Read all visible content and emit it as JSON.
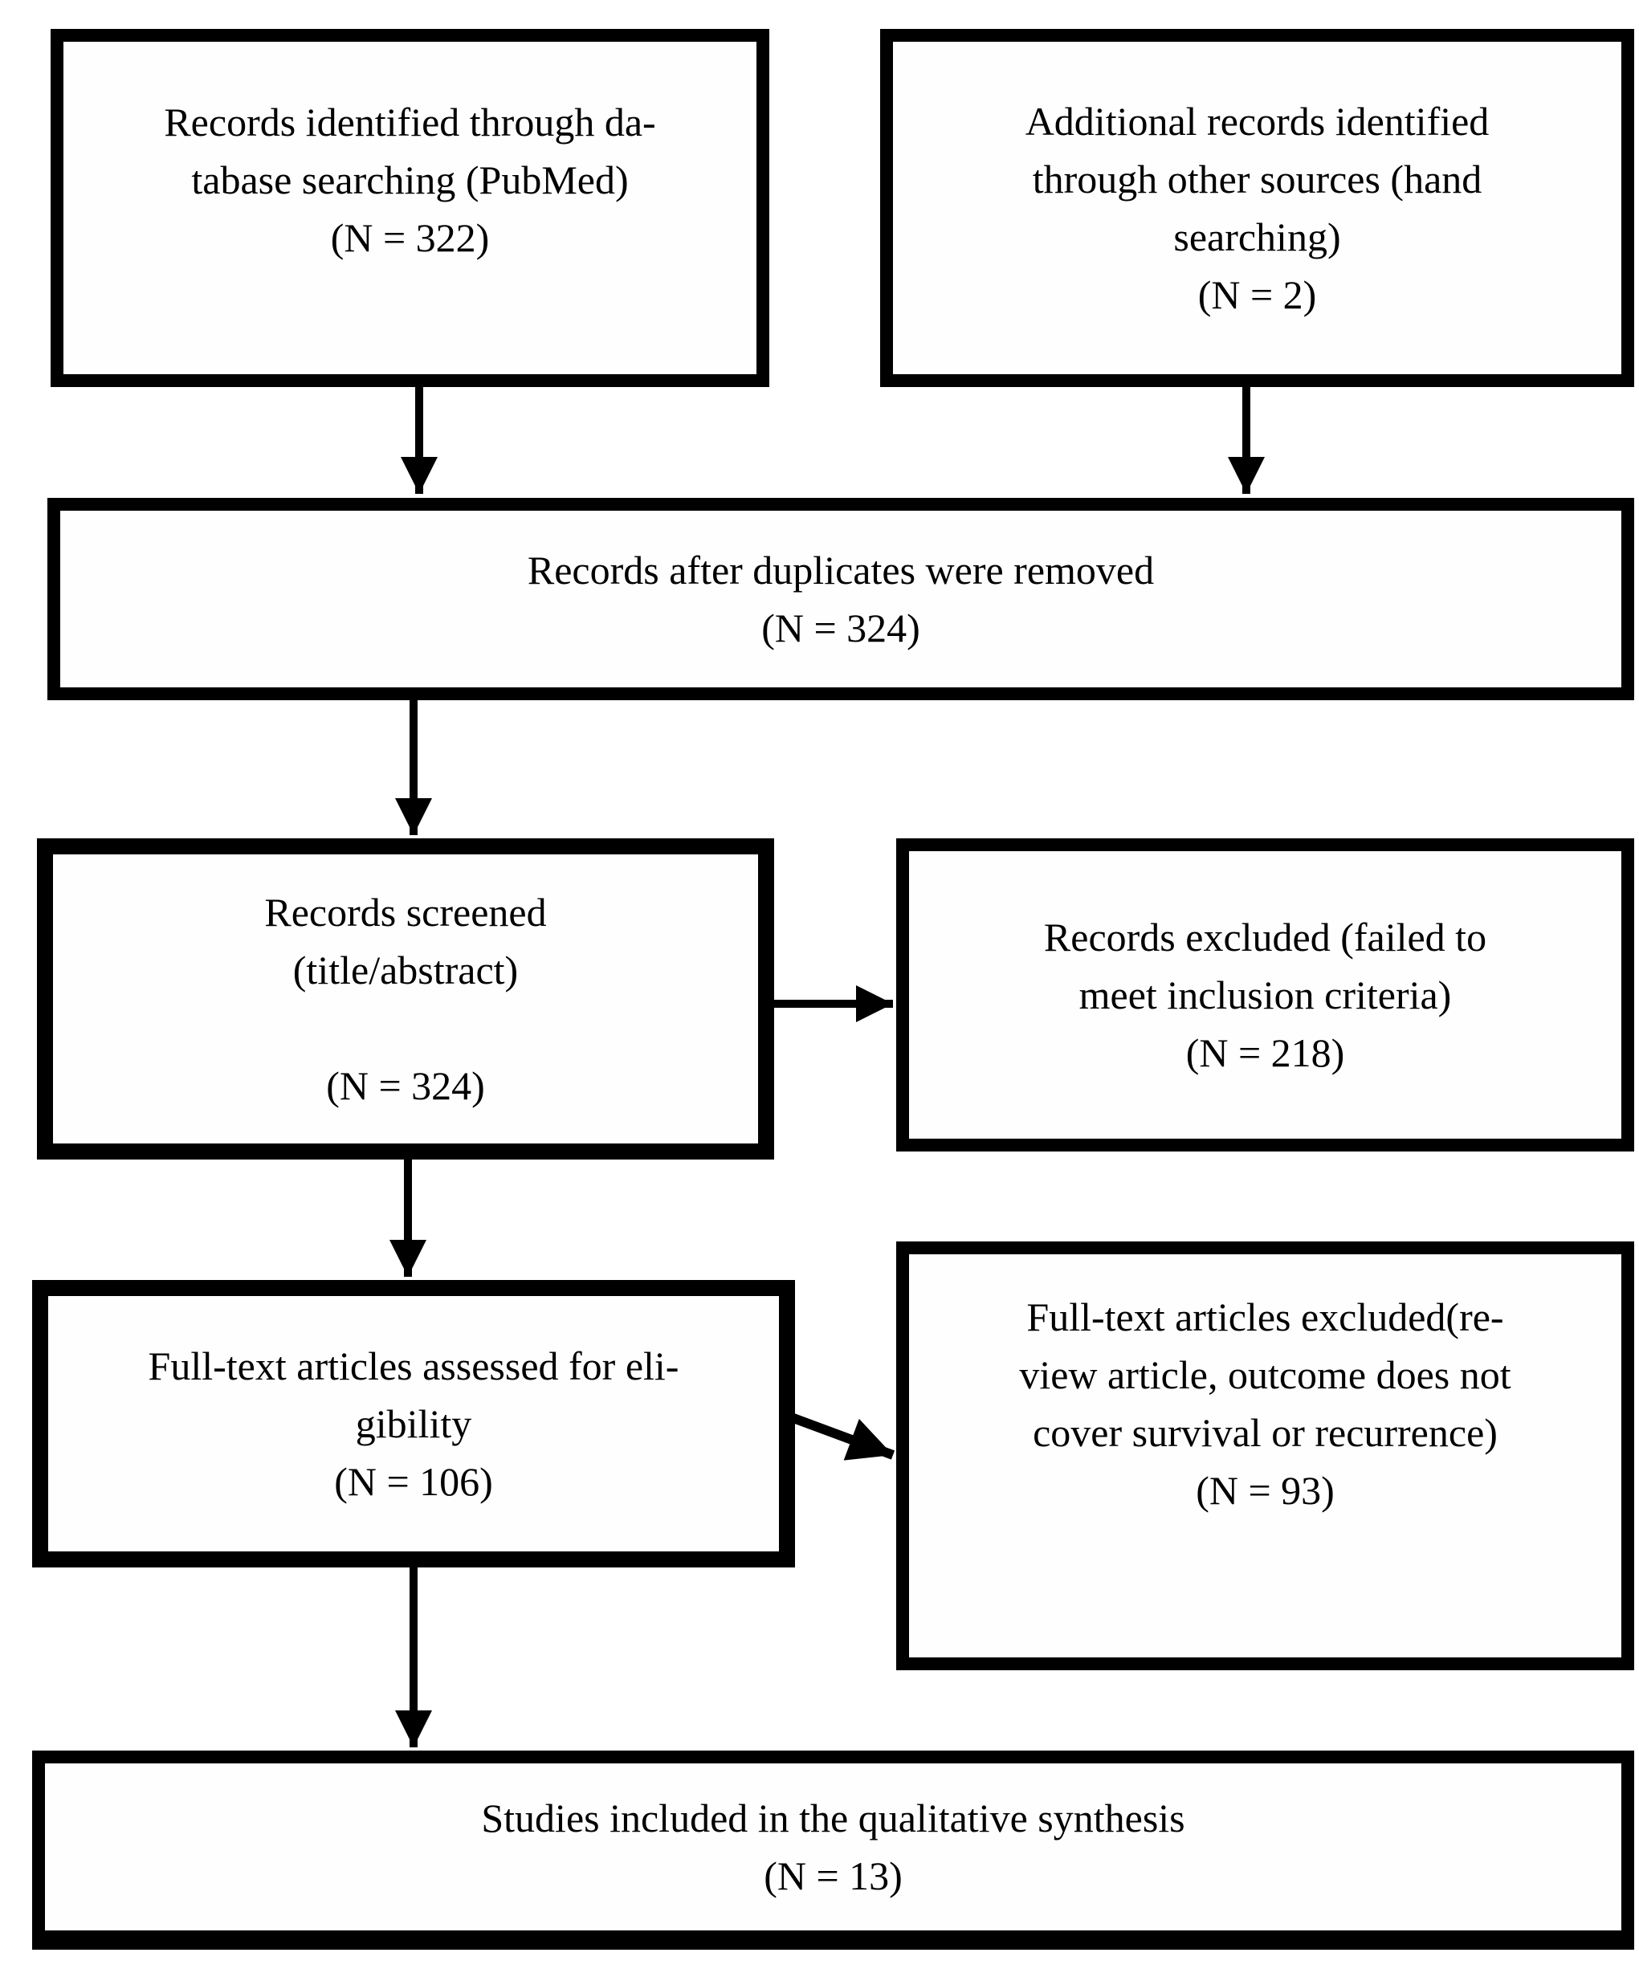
{
  "boxes": {
    "identified": {
      "lines": [
        "Records identified through da-",
        "tabase searching (PubMed)",
        "(N = 322)"
      ]
    },
    "additional": {
      "lines": [
        "Additional records identified",
        "through other sources (hand",
        "searching)",
        "(N = 2)"
      ]
    },
    "deduplicated": {
      "lines": [
        "Records after duplicates were removed",
        "(N = 324)"
      ]
    },
    "screened": {
      "lines": [
        "Records screened",
        "(title/abstract)",
        "(N = 324)"
      ]
    },
    "records_excluded": {
      "lines": [
        "Records excluded (failed to",
        "meet inclusion criteria)",
        "(N = 218)"
      ]
    },
    "fulltext_assessed": {
      "lines": [
        "Full-text articles assessed for eli-",
        "gibility",
        "(N = 106)"
      ]
    },
    "fulltext_excluded": {
      "lines": [
        "Full-text articles excluded(re-",
        "view article, outcome does not",
        "cover survival or recurrence)",
        "(N = 93)"
      ]
    },
    "included": {
      "lines": [
        "Studies included in the qualitative synthesis",
        "(N = 13)"
      ]
    }
  },
  "counts": {
    "identified": 322,
    "additional": 2,
    "deduplicated": 324,
    "screened": 324,
    "records_excluded": 218,
    "fulltext_assessed": 106,
    "fulltext_excluded": 93,
    "included": 13
  },
  "edges": [
    {
      "from": "identified",
      "to": "deduplicated"
    },
    {
      "from": "additional",
      "to": "deduplicated"
    },
    {
      "from": "deduplicated",
      "to": "screened"
    },
    {
      "from": "screened",
      "to": "records_excluded"
    },
    {
      "from": "screened",
      "to": "fulltext_assessed"
    },
    {
      "from": "fulltext_assessed",
      "to": "fulltext_excluded"
    },
    {
      "from": "fulltext_assessed",
      "to": "included"
    }
  ],
  "colors": {
    "line": "#000000",
    "text": "#000000",
    "background": "#ffffff"
  }
}
